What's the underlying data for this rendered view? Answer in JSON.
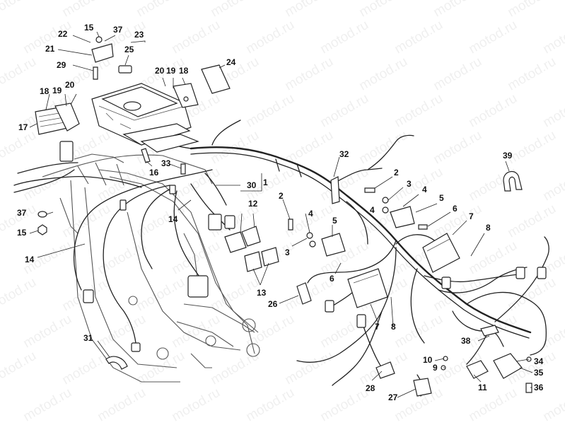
{
  "watermark": "motod.ru",
  "callouts": [
    "1",
    "2",
    "3",
    "4",
    "5",
    "6",
    "7",
    "8",
    "9",
    "10",
    "11",
    "12",
    "13",
    "14",
    "15",
    "16",
    "17",
    "18",
    "19",
    "20",
    "21",
    "22",
    "23",
    "24",
    "25",
    "26",
    "27",
    "28",
    "29",
    "30",
    "31",
    "32",
    "33",
    "34",
    "35",
    "36",
    "37",
    "38",
    "39"
  ]
}
